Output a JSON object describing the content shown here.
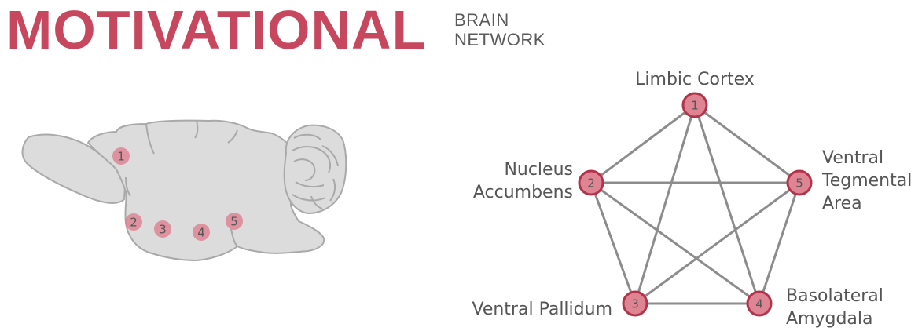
{
  "title": {
    "main": "MOTIVATIONAL",
    "sub_line1": "BRAIN",
    "sub_line2": "NETWORK"
  },
  "colors": {
    "accent": "#c7475e",
    "node_fill": "#de8493",
    "node_stroke": "#b1344c",
    "brain_fill": "#dcdcdc",
    "brain_stroke": "#a9a9a9",
    "edge": "#8c8c8c",
    "text": "#555555"
  },
  "brain_markers": [
    "1",
    "2",
    "3",
    "4",
    "5"
  ],
  "network": {
    "nodes": [
      {
        "num": "1",
        "label_lines": [
          "Limbic Cortex"
        ]
      },
      {
        "num": "2",
        "label_lines": [
          "Nucleus",
          "Accumbens"
        ]
      },
      {
        "num": "3",
        "label_lines": [
          "Ventral Pallidum"
        ]
      },
      {
        "num": "4",
        "label_lines": [
          "Basolateral",
          "Amygdala"
        ]
      },
      {
        "num": "5",
        "label_lines": [
          "Ventral",
          "Tegmental",
          "Area"
        ]
      }
    ],
    "edges": [
      [
        "1",
        "2"
      ],
      [
        "1",
        "3"
      ],
      [
        "1",
        "4"
      ],
      [
        "1",
        "5"
      ],
      [
        "2",
        "3"
      ],
      [
        "2",
        "4"
      ],
      [
        "2",
        "5"
      ],
      [
        "3",
        "4"
      ],
      [
        "3",
        "5"
      ],
      [
        "4",
        "5"
      ]
    ]
  }
}
